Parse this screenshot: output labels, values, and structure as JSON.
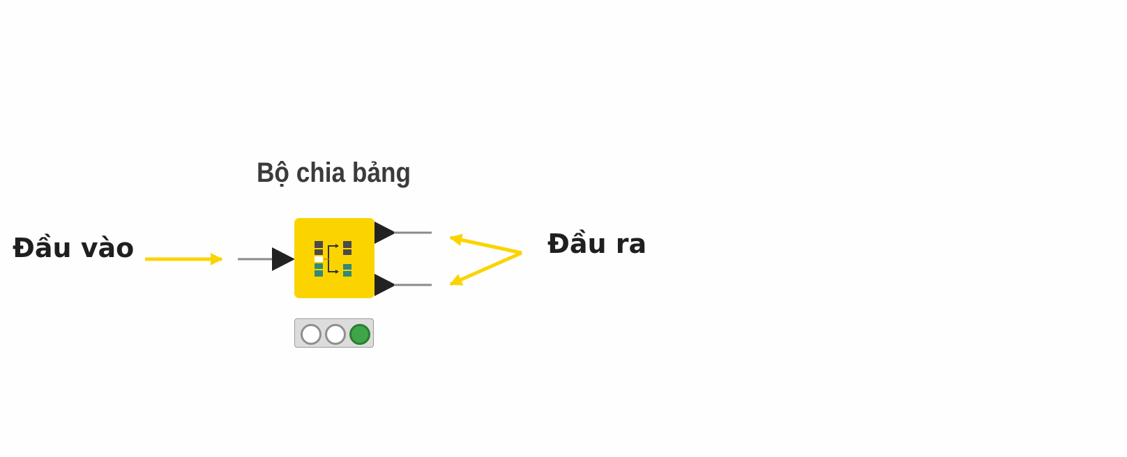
{
  "labels": {
    "input": "Đầu vào",
    "output": "Đầu ra"
  },
  "node": {
    "title": "Bộ chia bảng",
    "color": "#fbd400",
    "icon": "table-splitter-icon",
    "status": {
      "lights": [
        "off",
        "off",
        "green"
      ],
      "active_color": "#3fa648"
    }
  },
  "colors": {
    "annotation_arrow": "#fbd400",
    "port": "#222222",
    "connection": "#8a8a8a",
    "text": "#1f1f1f"
  }
}
